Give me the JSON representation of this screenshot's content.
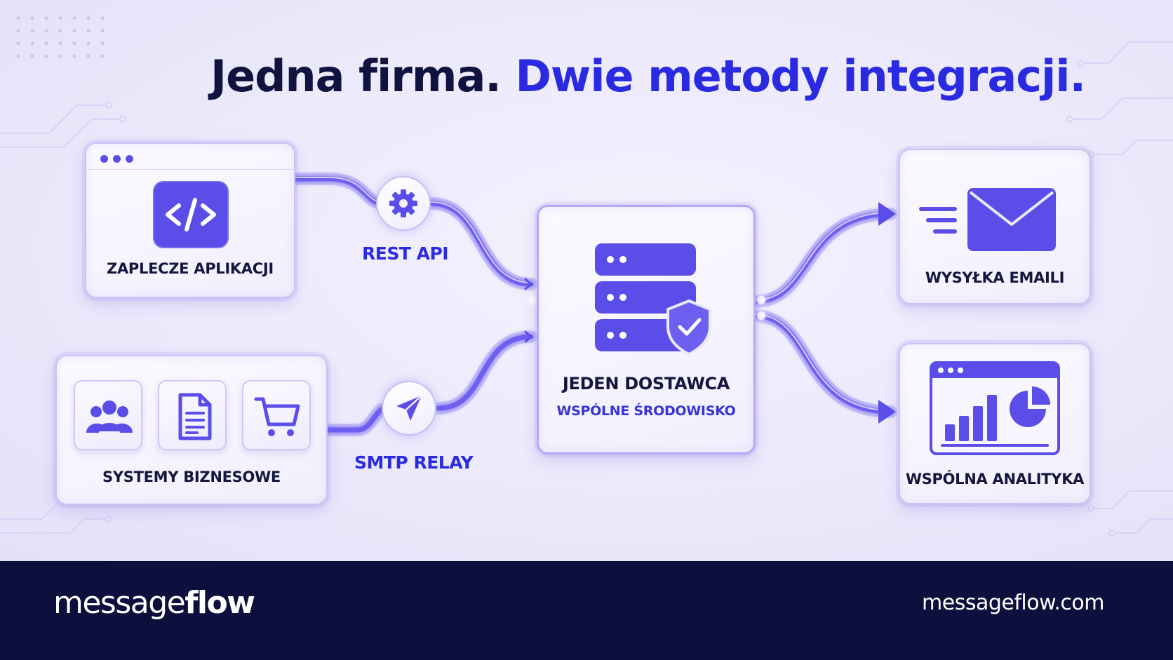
{
  "headline": {
    "part1": "Jedna firma.",
    "part2": "Dwie metody integracji."
  },
  "sources": {
    "app_backend": {
      "label": "ZAPLECZE APLIKACJI",
      "icon": "code-icon"
    },
    "business_systems": {
      "label": "SYSTEMY BIZNESOWE",
      "icons": [
        "users-icon",
        "document-icon",
        "cart-icon"
      ]
    }
  },
  "connectors": {
    "rest": {
      "label": "REST API",
      "icon": "gear-icon"
    },
    "smtp": {
      "label": "SMTP RELAY",
      "icon": "paper-plane-icon"
    }
  },
  "hub": {
    "title": "JEDEN DOSTAWCA",
    "subtitle": "WSPÓLNE ŚRODOWISKO",
    "icon": "server-shield-icon"
  },
  "outputs": {
    "email": {
      "label": "WYSYŁKA EMAILI",
      "icon": "envelope-icon"
    },
    "analytics": {
      "label": "WSPÓLNA ANALITYKA",
      "icon": "analytics-icon"
    }
  },
  "footer": {
    "brand_light": "message",
    "brand_bold": "flow",
    "url": "messageflow.com"
  },
  "colors": {
    "accent": "#2a2be0",
    "icon": "#5b4ee8",
    "navy": "#0d0f3d",
    "text_dark": "#10123f"
  }
}
